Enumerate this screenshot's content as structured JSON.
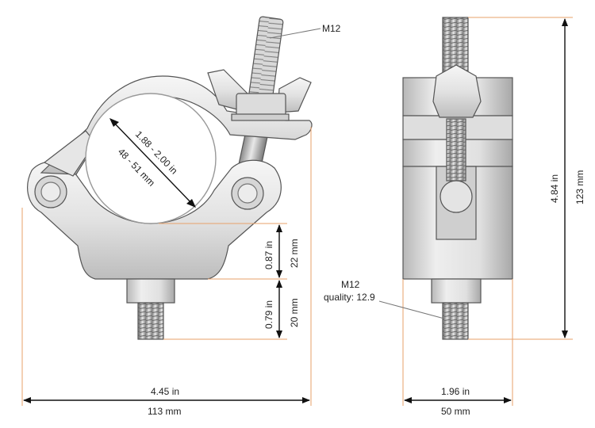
{
  "labels": {
    "bolt_top": "M12",
    "tube_in": "1.88 - 2.00 in",
    "tube_mm": "48 - 51 mm",
    "height1_in": "0.87 in",
    "height1_mm": "22 mm",
    "height2_in": "0.79 in",
    "height2_mm": "20 mm",
    "width_in": "4.45 in",
    "width_mm": "113 mm",
    "bolt_bottom": "M12",
    "bolt_quality": "quality: 12.9",
    "depth_in": "1.96 in",
    "depth_mm": "50 mm",
    "total_in": "4.84 in",
    "total_mm": "123 mm"
  },
  "colors": {
    "metal_light": "#efefef",
    "metal_mid": "#d4d4d4",
    "metal_dark": "#a9a9a9",
    "extension": "#e7a06a",
    "dimension": "#111111"
  }
}
